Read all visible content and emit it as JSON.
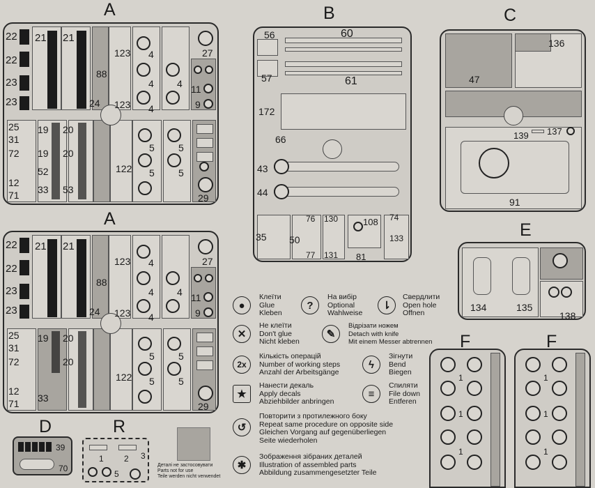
{
  "sprues": {
    "a1": {
      "letter": "A",
      "parts": [
        "22",
        "22",
        "23",
        "23",
        "21",
        "21",
        "123",
        "88",
        "24",
        "123",
        "4",
        "4",
        "4",
        "4",
        "27",
        "11",
        "9",
        "25",
        "31",
        "72",
        "12",
        "71",
        "19",
        "19",
        "52",
        "33",
        "20",
        "20",
        "53",
        "122",
        "5",
        "5",
        "5",
        "5",
        "29"
      ]
    },
    "a2": {
      "letter": "A",
      "parts": [
        "22",
        "22",
        "23",
        "23",
        "21",
        "21",
        "123",
        "88",
        "24",
        "123",
        "4",
        "4",
        "4",
        "4",
        "27",
        "11",
        "9",
        "25",
        "31",
        "72",
        "12",
        "71",
        "19",
        "33",
        "20",
        "20",
        "122",
        "5",
        "5",
        "5",
        "5",
        "29"
      ]
    },
    "b": {
      "letter": "B",
      "parts": [
        "56",
        "60",
        "57",
        "61",
        "172",
        "66",
        "43",
        "44",
        "76",
        "35",
        "50",
        "77",
        "130",
        "131",
        "108",
        "81",
        "74",
        "133"
      ]
    },
    "c": {
      "letter": "C",
      "parts": [
        "136",
        "47",
        "139",
        "137",
        "91"
      ]
    },
    "d": {
      "letter": "D",
      "parts": [
        "39",
        "70"
      ]
    },
    "r": {
      "letter": "R",
      "parts": [
        "1",
        "2",
        "3",
        "5"
      ]
    },
    "e": {
      "letter": "E",
      "parts": [
        "134",
        "135",
        "138"
      ]
    },
    "f1": {
      "letter": "F",
      "parts": [
        "1",
        "1",
        "1"
      ]
    },
    "f2": {
      "letter": "F",
      "parts": [
        "1",
        "1",
        "1"
      ]
    }
  },
  "not_used": [
    "Деталі не застосовувати",
    "Parts not for use",
    "Teile werden nicht verwendet"
  ],
  "legend": [
    {
      "icon": "glue-icon",
      "glyph": "●",
      "lines": [
        "Клеїти",
        "Glue",
        "Kleben"
      ]
    },
    {
      "icon": "optional-icon",
      "glyph": "?",
      "lines": [
        "На вибір",
        "Optional",
        "Wahlweise"
      ]
    },
    {
      "icon": "drill-icon",
      "glyph": "⇂",
      "lines": [
        "Свердлити",
        "Open hole",
        "Offnen"
      ]
    },
    {
      "icon": "no-glue-icon",
      "glyph": "✕",
      "lines": [
        "Не клеїти",
        "Don't glue",
        "Nicht kleben"
      ]
    },
    {
      "icon": "knife-icon",
      "glyph": "✎",
      "lines": [
        "Відрізати ножем",
        "Detach with knife",
        "Mit einem Messer abtrennen"
      ]
    },
    {
      "icon": "steps-icon",
      "glyph": "2x",
      "lines": [
        "Кількість операцій",
        "Number of working steps",
        "Anzahl der Arbeitsgänge"
      ]
    },
    {
      "icon": "bend-icon",
      "glyph": "ϟ",
      "lines": [
        "Зігнути",
        "Bend",
        "Biegen"
      ]
    },
    {
      "icon": "decal-icon",
      "glyph": "★",
      "lines": [
        "Нанести декаль",
        "Apply decals",
        "Abziehbilder anbringen"
      ]
    },
    {
      "icon": "file-icon",
      "glyph": "≡",
      "lines": [
        "Спиляти",
        "File down",
        "Entferen"
      ]
    },
    {
      "icon": "repeat-icon",
      "glyph": "↺",
      "lines": [
        "Повторити з протилежного боку",
        "Repeat same procedure on opposite side",
        "Gleichen Vorgang auf gegenüberliegen",
        "Seite wiederholen"
      ]
    },
    {
      "icon": "assembled-icon",
      "glyph": "✱",
      "lines": [
        "Зображення зібраних деталей",
        "Illustration of assembled parts",
        "Abbildung zusammengesetzter Teile"
      ]
    }
  ]
}
